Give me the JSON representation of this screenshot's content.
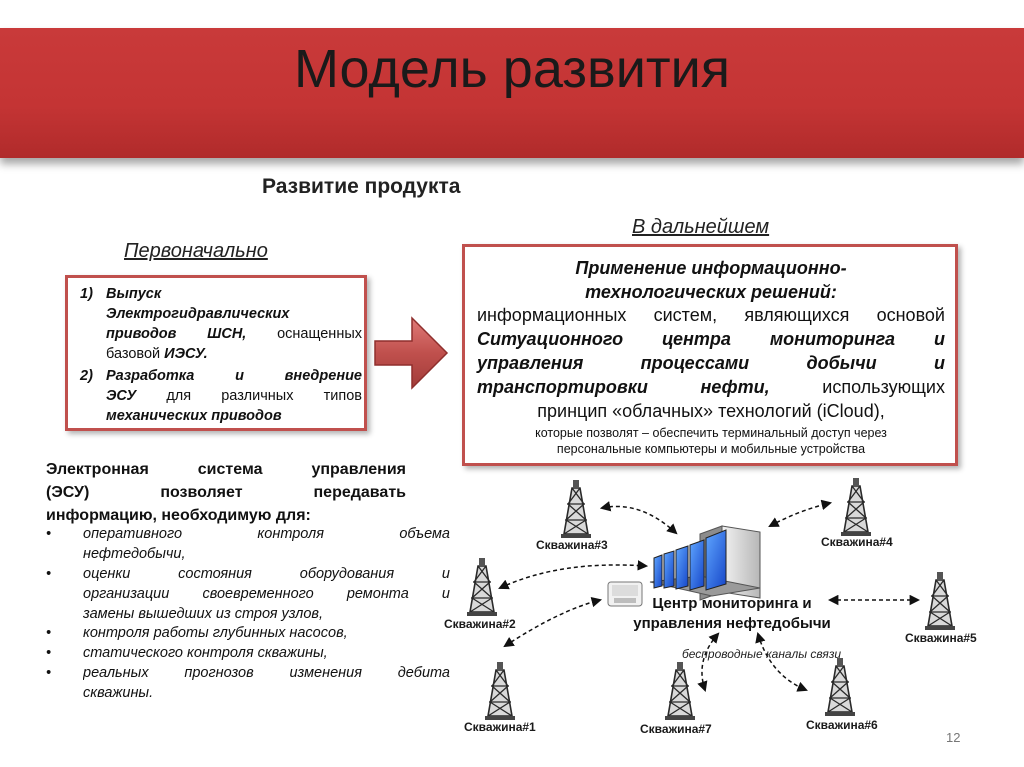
{
  "header": {
    "title": "Модель развития"
  },
  "subtitle": "Развитие продукта",
  "initially": {
    "heading": "Первоначально",
    "items": [
      {
        "num": "1)",
        "lines": [
          "Выпуск",
          "Электрогидравлических",
          "приводов ШСН, оснащенных",
          "базовой ИЭСУ."
        ]
      },
      {
        "num": "2)",
        "lines": [
          "Разработка и внедрение",
          "ЭСУ для различных типов",
          "механических приводов"
        ]
      }
    ]
  },
  "later": {
    "heading": "В дальнейшем",
    "lines": [
      "Применение информационно-",
      "технологических решений:",
      "информационных систем, являющихся основой",
      "Ситуационного центра мониторинга и",
      "управления процессами добычи и",
      "транспортировки нефти, использующих",
      "принцип «облачных» технологий (iCloud),",
      "которые позволят – обеспечить терминальный доступ через",
      "персональные компьютеры и мобильные устройства"
    ]
  },
  "esu": {
    "lines": [
      "Электронная система управления",
      "(ЭСУ) позволяет передавать",
      "информацию, необходимую для:"
    ],
    "bullet_char": "•",
    "bullets": [
      [
        "оперативного контроля объема",
        "нефтедобычи,"
      ],
      [
        "оценки состояния оборудования и",
        "организации своевременного ремонта и",
        "замены вышедших из строя узлов,"
      ],
      [
        "контроля работы глубинных насосов,"
      ],
      [
        "статического контроля скважины,"
      ],
      [
        "реальных прогнозов изменения дебита",
        "скважины."
      ]
    ]
  },
  "diagram": {
    "center_label_lines": [
      "Центр мониторинга и",
      "управления нефтедобычи"
    ],
    "wireless_label": "беспроводные каналы связи",
    "wells": [
      "Скважина#1",
      "Скважина#2",
      "Скважина#3",
      "Скважина#4",
      "Скважина#5",
      "Скважина#6",
      "Скважина#7"
    ]
  },
  "page_number": "12",
  "colors": {
    "banner": "#c43434",
    "box_border": "#c0504d",
    "arrow": "#c0504d"
  }
}
